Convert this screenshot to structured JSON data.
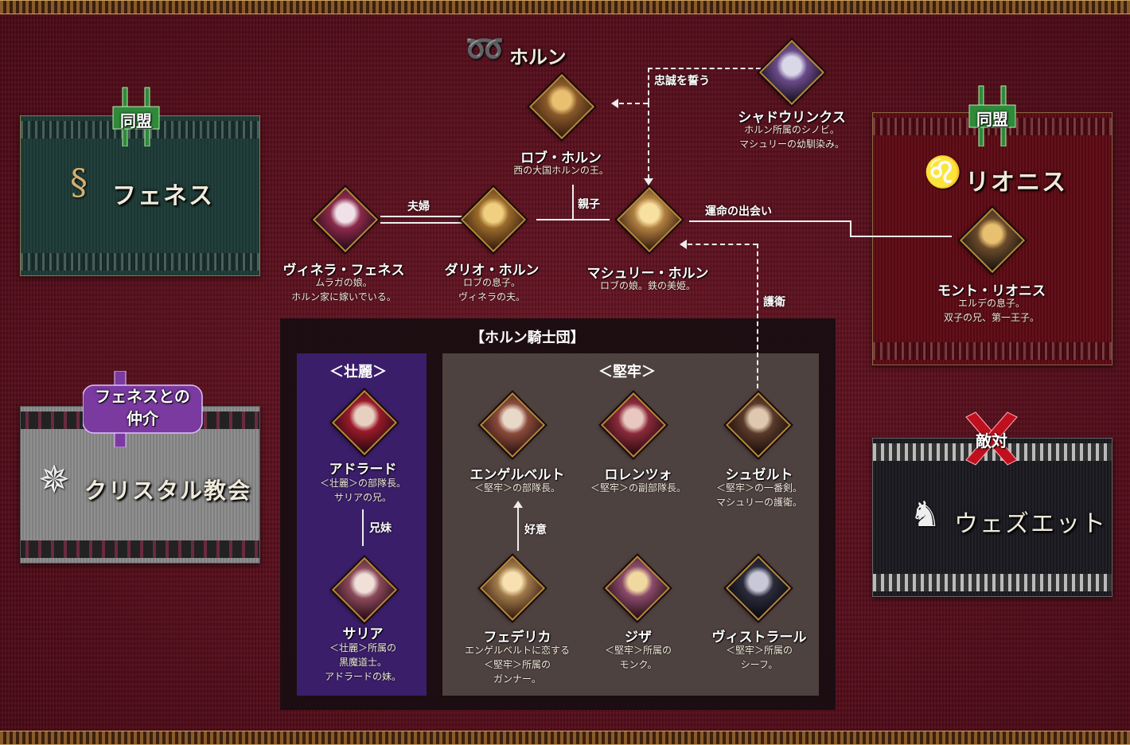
{
  "colors": {
    "background": "#5a0f1c",
    "fenes_card": "#1d3a36",
    "lionis_card": "#5c0a14",
    "church_card": "#8a8a8a",
    "wezett_card": "#1a1a20",
    "alliance_badge": "#2f8a3a",
    "mediator_badge": "#7a3aa0",
    "enemy_badge": "#c01020",
    "order_panel": "#1a0e12",
    "sorei_panel": "#3a1e6a",
    "kenro_panel": "#4e4240",
    "accent_gold": "#b48a3a"
  },
  "factions": {
    "fenes": {
      "name": "フェネス",
      "badge": "同盟",
      "emblem": "serpent-emblem-icon"
    },
    "lionis": {
      "name": "リオニス",
      "badge": "同盟",
      "emblem": "lion-emblem-icon"
    },
    "church": {
      "name": "クリスタル教会",
      "badge": "フェネスとの\n仲介",
      "emblem": "crystal-emblem-icon"
    },
    "wezett": {
      "name": "ウェズエット",
      "badge": "敵対",
      "emblem": "beast-emblem-icon"
    }
  },
  "horun_header": {
    "name": "ホルン",
    "emblem": "horn-emblem-icon"
  },
  "characters": {
    "rob": {
      "name": "ロブ・ホルン",
      "desc": [
        "西の大国ホルンの王。"
      ]
    },
    "shadow": {
      "name": "シャドウリンクス",
      "desc": [
        "ホルン所属のシノビ。",
        "マシュリーの幼馴染み。"
      ]
    },
    "vinera": {
      "name": "ヴィネラ・フェネス",
      "desc": [
        "ムラガの娘。",
        "ホルン家に嫁いでいる。"
      ]
    },
    "dario": {
      "name": "ダリオ・ホルン",
      "desc": [
        "ロブの息子。",
        "ヴィネラの夫。"
      ]
    },
    "mashley": {
      "name": "マシュリー・ホルン",
      "desc": [
        "ロブの娘。鉄の美姫。"
      ]
    },
    "mont": {
      "name": "モント・リオニス",
      "desc": [
        "エルデの息子。",
        "双子の兄、第一王子。"
      ]
    },
    "adrad": {
      "name": "アドラード",
      "desc": [
        "＜壮麗＞の部隊長。",
        "サリアの兄。"
      ]
    },
    "saria": {
      "name": "サリア",
      "desc": [
        "＜壮麗＞所属の",
        "黒魔道士。",
        "アドラードの妹。"
      ]
    },
    "engelbert": {
      "name": "エンゲルベルト",
      "desc": [
        "＜堅牢＞の部隊長。"
      ]
    },
    "lorenzo": {
      "name": "ロレンツォ",
      "desc": [
        "＜堅牢＞の副部隊長。"
      ]
    },
    "schezelt": {
      "name": "シュゼルト",
      "desc": [
        "＜堅牢＞の一番剣。",
        "マシュリーの護衛。"
      ]
    },
    "federica": {
      "name": "フェデリカ",
      "desc": [
        "エンゲルベルトに恋する",
        "＜堅牢＞所属の",
        "ガンナー。"
      ]
    },
    "ziza": {
      "name": "ジザ",
      "desc": [
        "＜堅牢＞所属の",
        "モンク。"
      ]
    },
    "vistral": {
      "name": "ヴィストラール",
      "desc": [
        "＜堅牢＞所属の",
        "シーフ。"
      ]
    }
  },
  "relations": {
    "loyalty": "忠誠を誓う",
    "married": "夫婦",
    "parent_child": "親子",
    "fate_meeting": "運命の出会い",
    "guard": "護衛",
    "siblings": "兄妹",
    "affection": "好意"
  },
  "knight_order": {
    "title": "【ホルン騎士団】",
    "sorei": "＜壮麗＞",
    "kenro": "＜堅牢＞"
  }
}
